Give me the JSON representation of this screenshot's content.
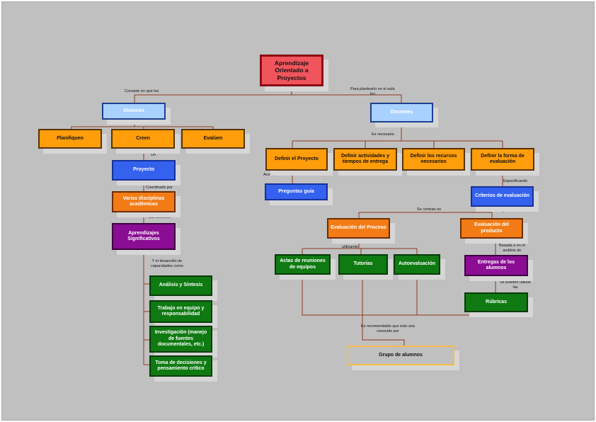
{
  "nodes": {
    "root": "Aprendizaje Orientado a Proyectos",
    "alumnos": "Alumnos",
    "docentes": "Docentes",
    "planifiquen": "Planifiquen",
    "creen": "Creen",
    "evaluen": "Evalúen",
    "proyecto": "Proyecto",
    "disciplinas": "Varias disciplinas académicas",
    "aprendizajes": "Aprendizajes Significativos",
    "analisis": "Análisis y Síntesis",
    "trabajo": "Trabajo en equipo y responsabilidad",
    "investigacion": "Investigación (manejo de fuentes documentales, etc.)",
    "decisiones": "Toma de decisiones y pensamiento crítico",
    "definir_proyecto": "Definir el Proyecto",
    "definir_actividades": "Definir actividades y tiempos de entrega",
    "definir_recursos": "Definir los recursos necesarios",
    "definir_evaluacion": "Definir la forma de evaluación",
    "preguntas": "Preguntas guía",
    "criterios": "Criterios de evaluación",
    "eval_proceso": "Evaluación del Proceso",
    "eval_producto": "Evaluación del producto",
    "actas": "Actas de reuniones de equipos",
    "tutorias": "Tutorías",
    "autoevaluacion": "Autoevaluación",
    "entregas": "Entregas de los alumnos",
    "rubricas": "Rúbricas",
    "grupo": "Grupo de alumnos"
  },
  "labels": {
    "consiste": "Consiste en que los",
    "para_plantearlo": "Para plantearlo en el aula\nlos",
    "es_necesario": "Es necesario",
    "un": "Un",
    "coordinado": "Coordinado por",
    "para_favorecer": "Para favorecer",
    "desarrollo": "Y el desarrollo de\ncapacidades como",
    "acompanado": "Acompañado de",
    "especificando": "Especificando",
    "se_centran": "Se centran en",
    "utilizando": "utilizando",
    "basada": "Basada a en el\nanálisis de",
    "se_pueden": "Se pueden utilizar\nlas",
    "recomendable": "Es recomendable que esto sea\nconocido por"
  },
  "colors": {
    "root": "#f0545c",
    "light_blue": "#a9d1ff",
    "dark_blue": "#3461ee",
    "orange": "#ff9d0a",
    "dark_orange": "#f27b16",
    "purple": "#8a0d93",
    "green": "#0f7a12",
    "connector": "#8b3a22",
    "background": "#c0c0c0"
  }
}
